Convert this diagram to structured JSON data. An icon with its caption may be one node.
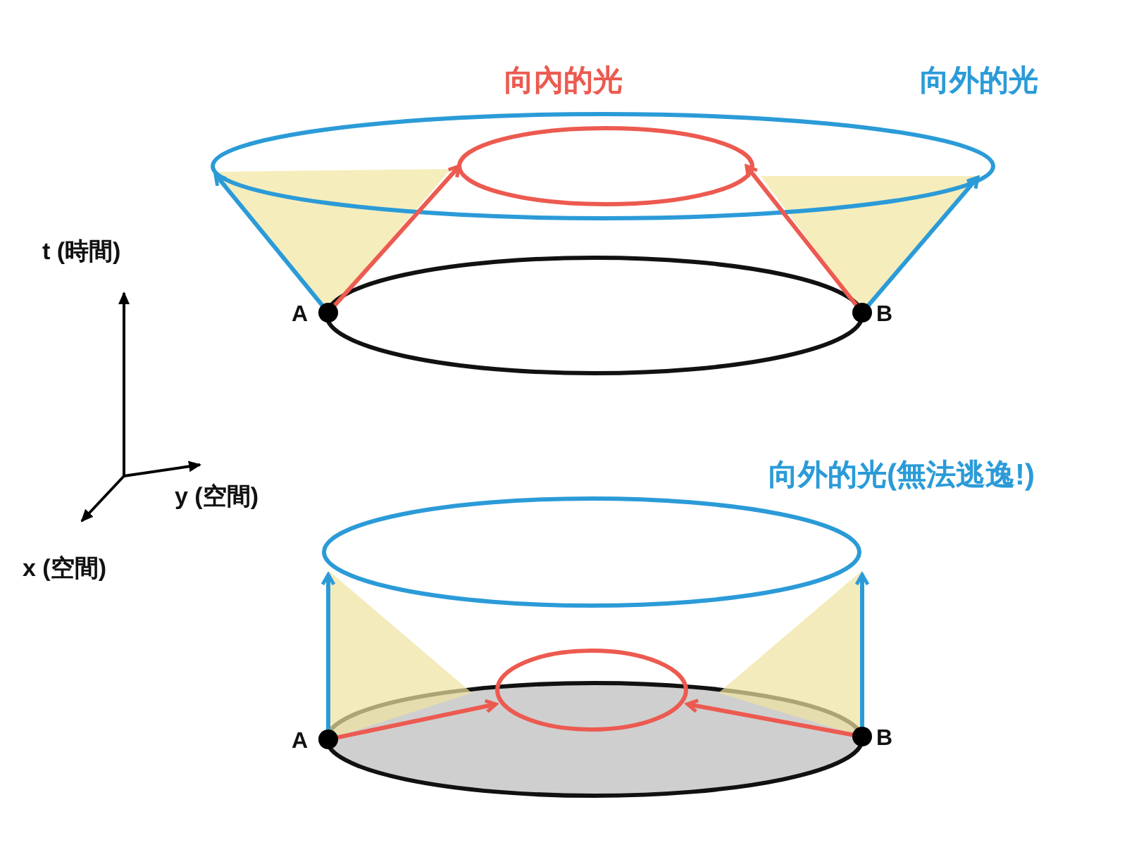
{
  "diagram": {
    "labels": [
      "向內的光",
      "向外的光",
      "t (時間)",
      "A",
      "B",
      "y (空間)",
      "x (空間)",
      "向外的光(無法逃逸!)",
      "A",
      "B"
    ]
  }
}
